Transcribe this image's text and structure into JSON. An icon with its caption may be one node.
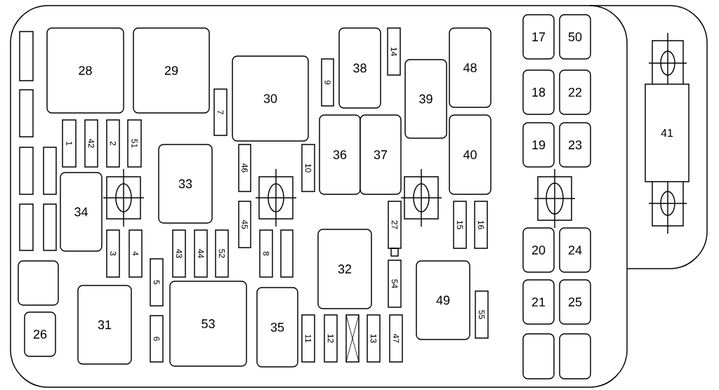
{
  "diagram": {
    "nodes": [
      {
        "text": [],
        "shape": "box"
      },
      {
        "text": [],
        "shape": "box"
      },
      {
        "text": [
          "28"
        ]
      },
      {
        "text": [
          "29"
        ]
      },
      {
        "text": [
          "30"
        ]
      },
      {
        "text": [
          "9"
        ]
      },
      {
        "text": [
          "38"
        ]
      },
      {
        "text": [
          "14"
        ]
      },
      {
        "text": [
          "39"
        ]
      },
      {
        "text": [
          "48"
        ]
      },
      {
        "text": [
          "17"
        ]
      },
      {
        "text": [
          "50"
        ]
      },
      {
        "text": [
          "7"
        ]
      },
      {
        "text": [
          "18"
        ]
      },
      {
        "text": [
          "22"
        ]
      },
      {
        "text": [
          "1"
        ]
      },
      {
        "text": [
          "42"
        ]
      },
      {
        "text": [
          "2"
        ]
      },
      {
        "text": [
          "51"
        ]
      },
      {
        "text": [
          "36"
        ]
      },
      {
        "text": [
          "37"
        ]
      },
      {
        "text": [
          "40"
        ]
      },
      {
        "text": [
          "19"
        ]
      },
      {
        "text": [
          "23"
        ]
      },
      {
        "text": [],
        "shape": "box"
      },
      {
        "text": [],
        "shape": "box"
      },
      {
        "text": [
          "33"
        ]
      },
      {
        "text": [
          "46"
        ]
      },
      {
        "text": [
          "10"
        ]
      },
      {
        "text": [
          "34"
        ]
      },
      {
        "text": [
          "41"
        ]
      },
      {
        "text": [],
        "shape": "box"
      },
      {
        "text": [],
        "shape": "box"
      },
      {
        "text": [
          "45"
        ]
      },
      {
        "text": [
          "27"
        ]
      },
      {
        "text": [
          "15"
        ]
      },
      {
        "text": [
          "16"
        ]
      },
      {
        "text": [
          "3"
        ]
      },
      {
        "text": [
          "4"
        ]
      },
      {
        "text": [
          "43"
        ]
      },
      {
        "text": [
          "44"
        ]
      },
      {
        "text": [
          "52"
        ]
      },
      {
        "text": [
          "8"
        ]
      },
      {
        "text": [],
        "shape": "box"
      },
      {
        "text": [
          "32"
        ]
      },
      {
        "text": [
          "20"
        ]
      },
      {
        "text": [
          "24"
        ]
      },
      {
        "text": [
          "49"
        ]
      },
      {
        "text": [
          "54"
        ]
      },
      {
        "text": [],
        "shape": "box"
      },
      {
        "text": [
          "5"
        ]
      },
      {
        "text": [
          "31"
        ]
      },
      {
        "text": [
          "53"
        ]
      },
      {
        "text": [
          "35"
        ]
      },
      {
        "text": [
          "21"
        ]
      },
      {
        "text": [
          "25"
        ]
      },
      {
        "text": [
          "55"
        ]
      },
      {
        "text": [
          "26"
        ]
      },
      {
        "text": [
          "6"
        ]
      },
      {
        "text": [
          "11"
        ]
      },
      {
        "text": [
          "12"
        ]
      },
      {
        "text": [],
        "shape": "box"
      },
      {
        "text": [
          "13"
        ]
      },
      {
        "text": [
          "47"
        ]
      },
      {
        "text": [],
        "shape": "box"
      },
      {
        "text": [],
        "shape": "box"
      }
    ]
  }
}
